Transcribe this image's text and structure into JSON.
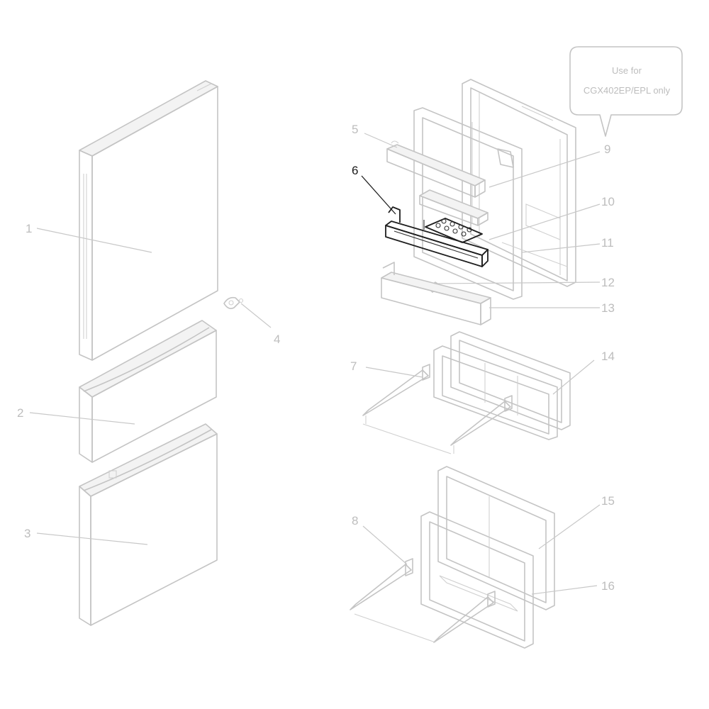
{
  "callouts": [
    {
      "id": "1",
      "text": "1",
      "highlighted": false
    },
    {
      "id": "2",
      "text": "2",
      "highlighted": false
    },
    {
      "id": "3",
      "text": "3",
      "highlighted": false
    },
    {
      "id": "4",
      "text": "4",
      "highlighted": false
    },
    {
      "id": "5",
      "text": "5",
      "highlighted": false
    },
    {
      "id": "6",
      "text": "6",
      "highlighted": true
    },
    {
      "id": "7",
      "text": "7",
      "highlighted": false
    },
    {
      "id": "8",
      "text": "8",
      "highlighted": false
    },
    {
      "id": "9",
      "text": "9",
      "highlighted": false
    },
    {
      "id": "10",
      "text": "10",
      "highlighted": false
    },
    {
      "id": "11",
      "text": "11",
      "highlighted": false
    },
    {
      "id": "12",
      "text": "12",
      "highlighted": false
    },
    {
      "id": "13",
      "text": "13",
      "highlighted": false
    },
    {
      "id": "14",
      "text": "14",
      "highlighted": false
    },
    {
      "id": "15",
      "text": "15",
      "highlighted": false
    },
    {
      "id": "16",
      "text": "16",
      "highlighted": false
    }
  ],
  "note": {
    "line1": "Use for",
    "line2": "CGX402EP/EPL only"
  },
  "colors": {
    "faded_line": "#c4c4c4",
    "faded_text": "#bdbdbd",
    "highlight": "#1e1e1e",
    "background": "#ffffff"
  }
}
